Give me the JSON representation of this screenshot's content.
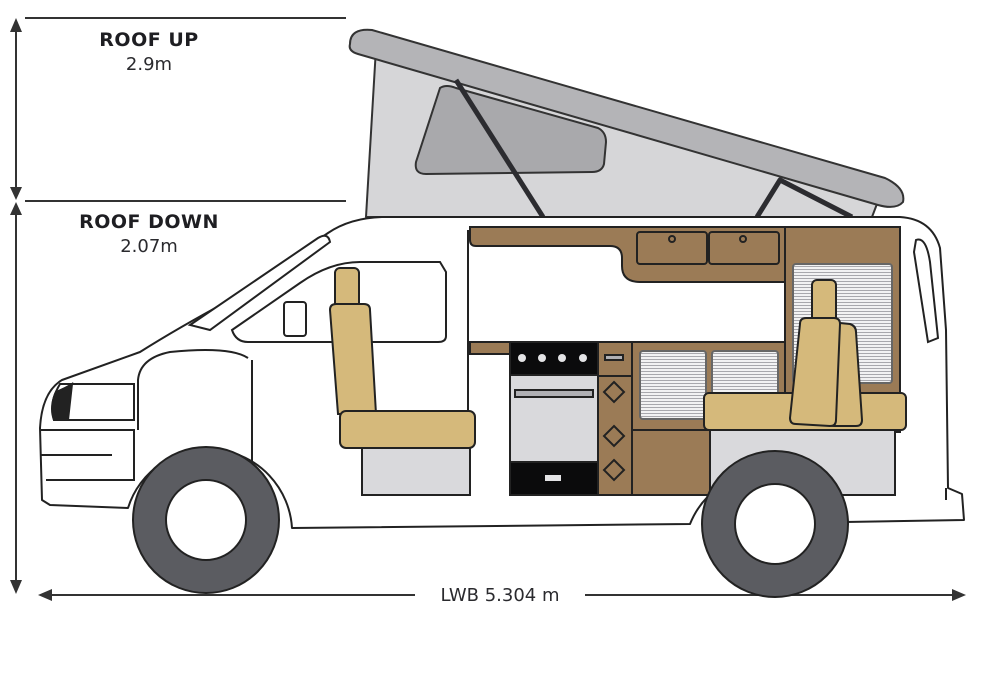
{
  "dimensions": {
    "roof_up": {
      "label": "ROOF UP",
      "value": "2.9m"
    },
    "roof_down": {
      "label": "ROOF DOWN",
      "value": "2.07m"
    },
    "length": {
      "label": "LWB 5.304 m"
    }
  },
  "colors": {
    "wood": "#9b7b56",
    "cushion": "#d5b97b",
    "roof": "#d6d6d8",
    "roof_lid": "#b4b4b7",
    "panel": "#d9d9dc",
    "tire": "#5b5c61",
    "outline": "#222222"
  }
}
